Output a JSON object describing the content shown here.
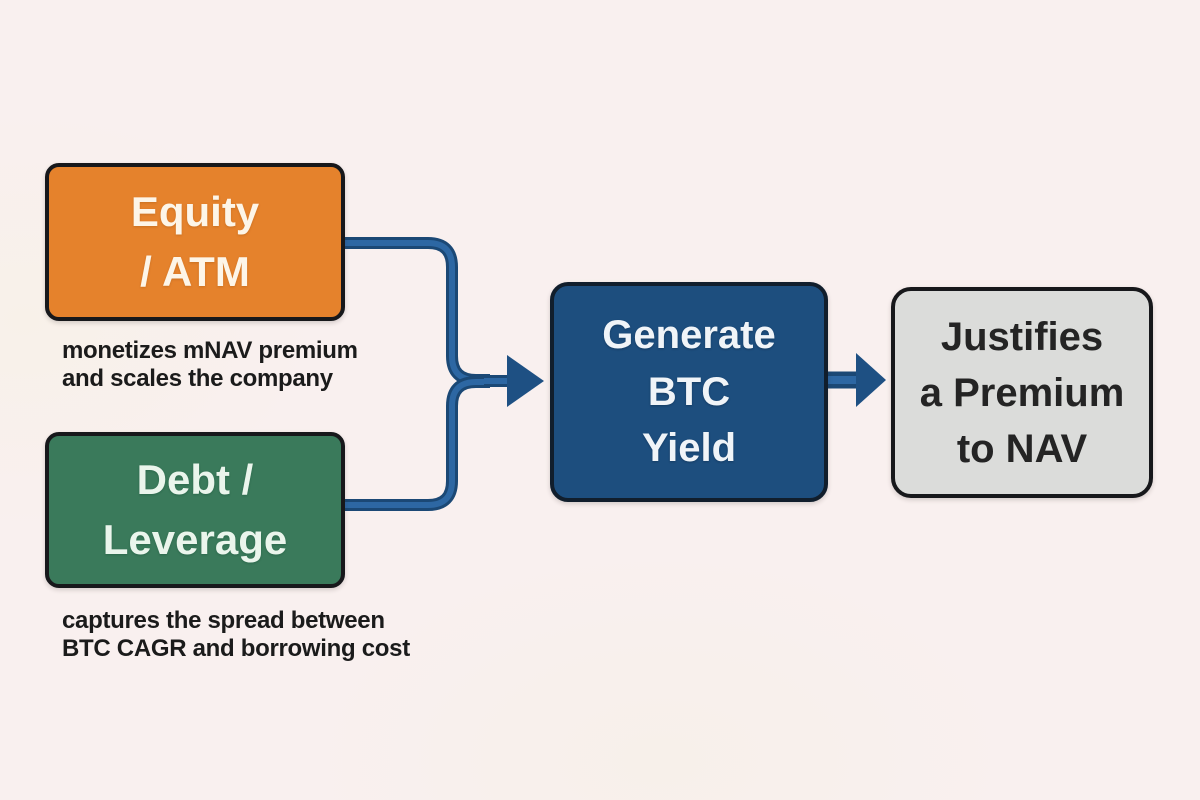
{
  "diagram": {
    "type": "flowchart",
    "background_color": "#f8f0ee",
    "arrow_color": "#1f5586",
    "nodes": {
      "equity": {
        "lines": [
          "Equity",
          "/ ATM"
        ],
        "fill": "#e5822c",
        "text_color": "#fdf5e8",
        "caption": [
          "monetizes mNAV premium",
          "and scales the company"
        ]
      },
      "debt": {
        "lines": [
          "Debt /",
          "Leverage"
        ],
        "fill": "#3a7a5b",
        "text_color": "#eaf5ec",
        "caption": [
          "captures the spread between",
          "BTC CAGR and borrowing cost"
        ]
      },
      "generate": {
        "lines": [
          "Generate",
          "BTC",
          "Yield"
        ],
        "fill": "#1d4e7e",
        "text_color": "#f0f4f8"
      },
      "justifies": {
        "lines": [
          "Justifies",
          "a Premium",
          "to NAV"
        ],
        "fill": "#dbdcda",
        "text_color": "#242424"
      }
    },
    "flows": [
      {
        "from": "equity",
        "to": "generate"
      },
      {
        "from": "debt",
        "to": "generate"
      },
      {
        "from": "generate",
        "to": "justifies"
      }
    ]
  }
}
